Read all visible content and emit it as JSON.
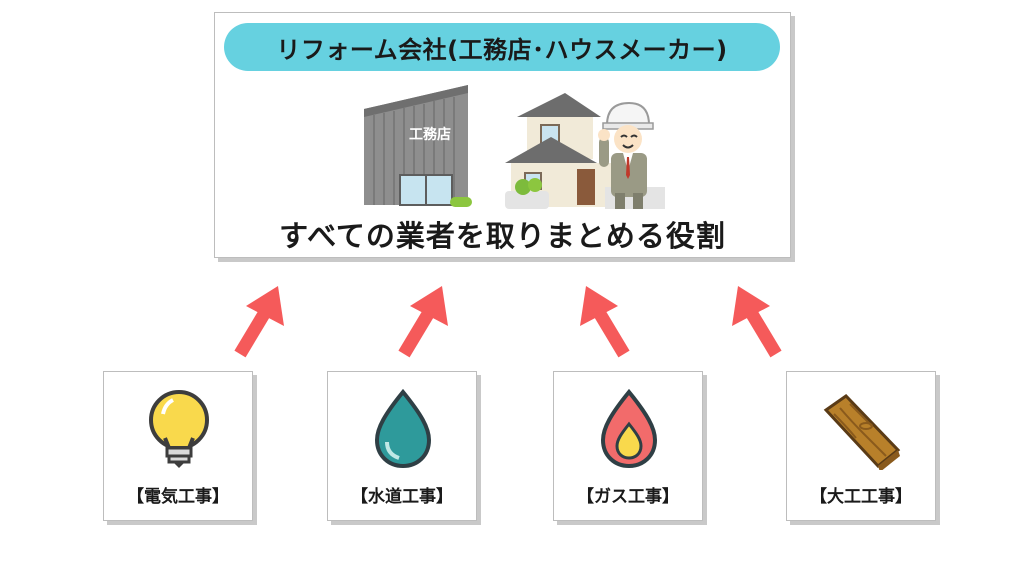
{
  "main": {
    "title": "リフォーム会社(工務店･ハウスメーカー)",
    "shop_sign": "工務店",
    "role": "すべての業者を取りまとめる役割"
  },
  "trades": [
    {
      "label": "【電気工事】",
      "icon": "lightbulb-icon"
    },
    {
      "label": "【水道工事】",
      "icon": "water-drop-icon"
    },
    {
      "label": "【ガス工事】",
      "icon": "flame-icon"
    },
    {
      "label": "【大工工事】",
      "icon": "wood-plank-icon"
    }
  ],
  "colors": {
    "title_pill": "#66d1e0",
    "arrow": "#f55a5a",
    "bulb": "#f9d94c",
    "drop": "#2e9a9b",
    "flame": "#f26b6b",
    "wood": "#b8802a"
  }
}
